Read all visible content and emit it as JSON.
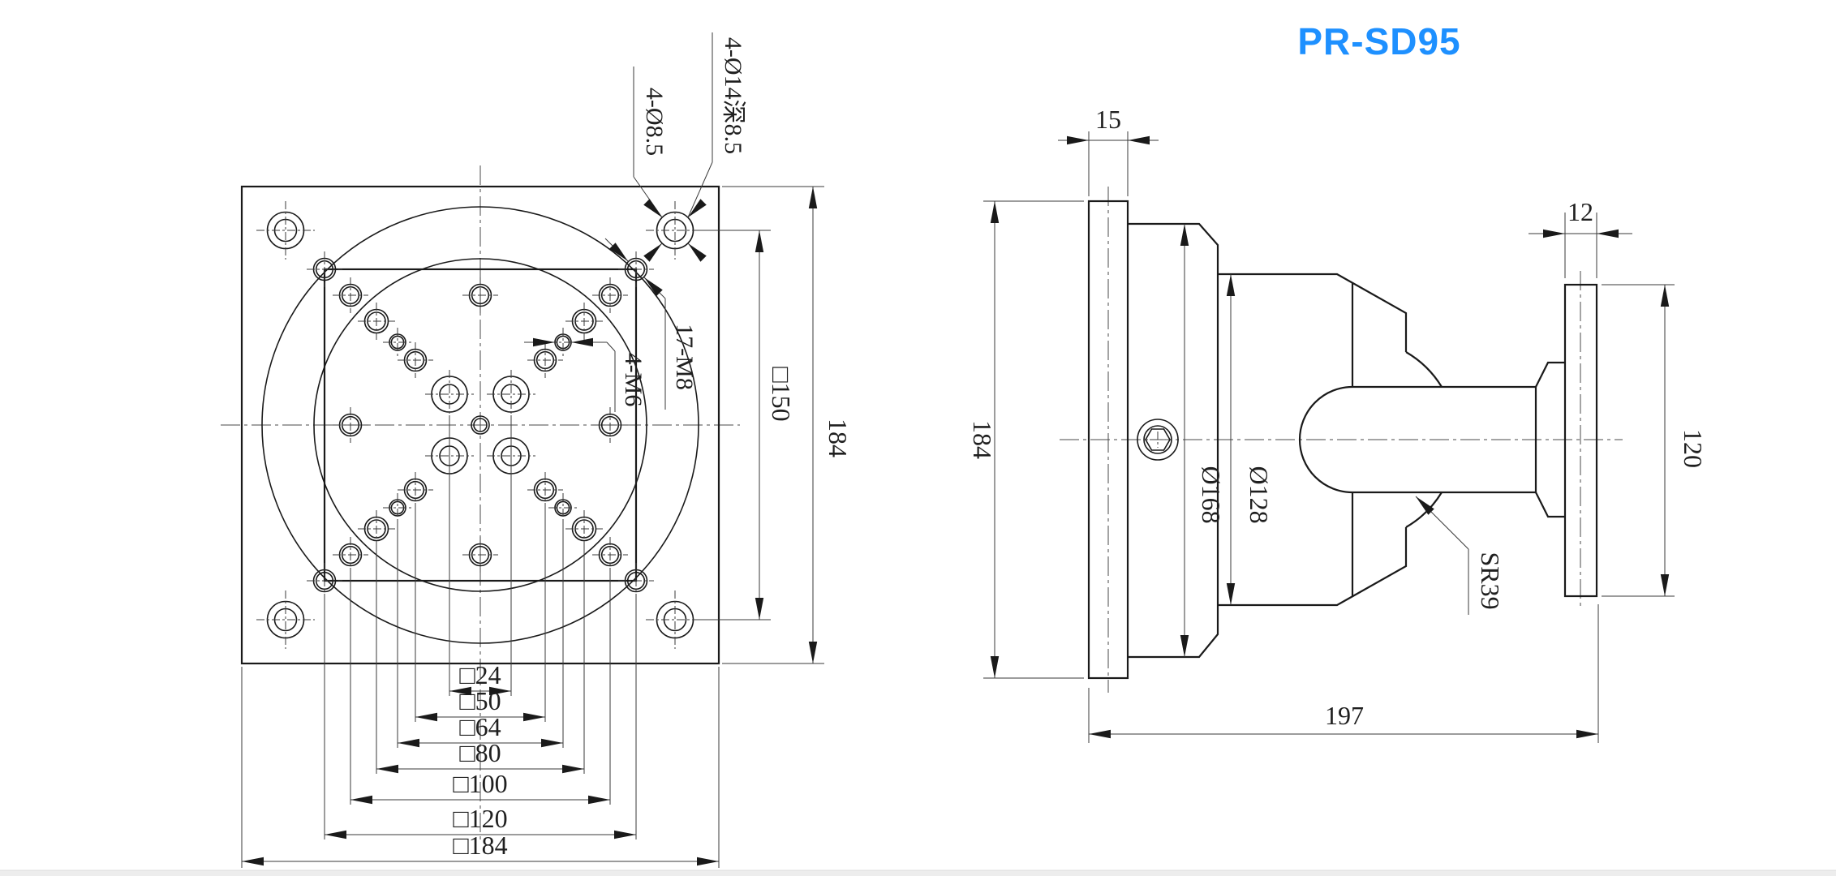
{
  "title": "PR-SD95",
  "colors": {
    "accent": "#1E90FF",
    "line": "#1a1a1a"
  },
  "front_view": {
    "leader_labels": {
      "counterbore": "4-Ø14深8.5",
      "through_hole": "4-Ø8.5",
      "tapped_m8": "17-M8",
      "tapped_m6": "4-M6"
    },
    "dim_stack": [
      "□24",
      "□50",
      "□64",
      "□80",
      "□100",
      "□120",
      "□184"
    ],
    "dim_bolt_square": "□150",
    "dim_height": "184"
  },
  "side_view": {
    "dim_base_thickness": "15",
    "dim_height": "184",
    "dim_large_cylinder": "Ø168",
    "dim_small_cylinder": "Ø128",
    "dim_sphere_radius": "SR39",
    "dim_platform_thickness": "12",
    "dim_platform_height": "120",
    "dim_total_length": "197"
  }
}
